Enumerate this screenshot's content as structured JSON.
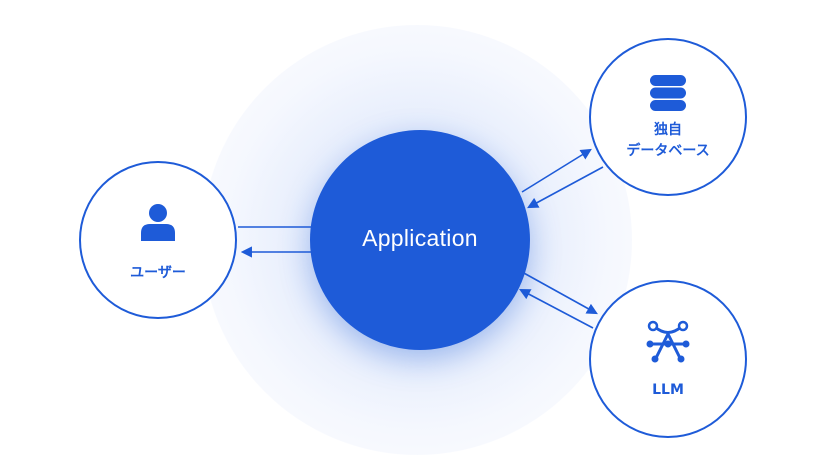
{
  "center": {
    "label": "Application"
  },
  "nodes": {
    "user": {
      "label": "ユーザー",
      "icon": "user-icon"
    },
    "database": {
      "line1": "独自",
      "line2": "データベース",
      "icon": "database-icon"
    },
    "llm": {
      "label": "LLM",
      "icon": "network-icon"
    }
  },
  "colors": {
    "accent": "#1e5bd8",
    "glow": "#dce6fb",
    "background": "#ffffff"
  }
}
